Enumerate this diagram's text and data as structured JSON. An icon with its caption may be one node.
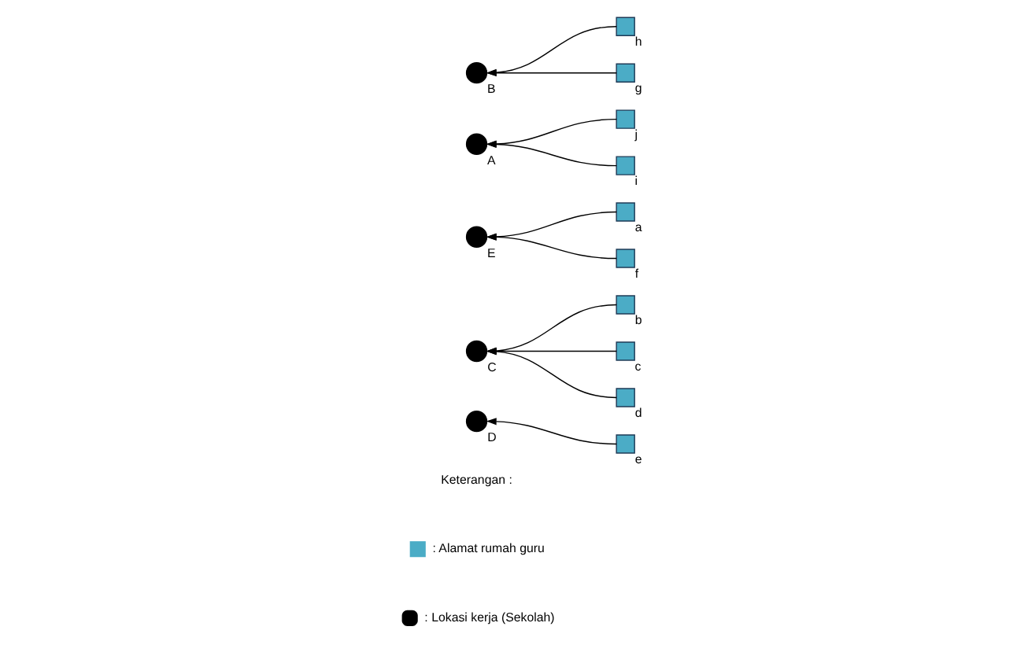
{
  "diagram": {
    "nodes": [
      {
        "text": [],
        "shape": "box",
        "beside": [
          "j"
        ]
      },
      {
        "text": [],
        "shape": "box",
        "beside": [
          "i"
        ]
      },
      {
        "text": [],
        "shape": "circle",
        "beside": [
          "B"
        ]
      },
      {
        "text": [],
        "shape": "box",
        "beside": [
          "h"
        ]
      },
      {
        "text": [],
        "shape": "circle",
        "beside": [
          "A"
        ]
      },
      {
        "text": [],
        "shape": "box",
        "beside": [
          "g"
        ]
      },
      {
        "text": [],
        "shape": "circle",
        "beside": [
          "E"
        ]
      },
      {
        "text": [],
        "shape": "box",
        "beside": [
          "a"
        ]
      },
      {
        "text": [],
        "shape": "box",
        "beside": [
          "b"
        ]
      },
      {
        "text": [],
        "shape": "circle",
        "beside": [
          "C"
        ]
      },
      {
        "text": [],
        "shape": "box",
        "beside": [
          "f"
        ]
      },
      {
        "text": [],
        "shape": "box",
        "beside": [
          "c"
        ]
      },
      {
        "text": [],
        "shape": "box",
        "beside": [
          "d"
        ]
      },
      {
        "text": [],
        "shape": "circle",
        "beside": [
          "D"
        ]
      },
      {
        "text": [],
        "shape": "box",
        "beside": [
          "e"
        ]
      }
    ],
    "edges": [
      {
        "from": 1,
        "to": 4,
        "arrow": "to"
      },
      {
        "from": 0,
        "to": 4,
        "arrow": "to"
      },
      {
        "from": 3,
        "to": 2,
        "arrow": "to"
      },
      {
        "from": 5,
        "to": 2,
        "arrow": "to"
      },
      {
        "from": 7,
        "to": 6,
        "arrow": "to"
      },
      {
        "from": 10,
        "to": 6,
        "arrow": "to"
      },
      {
        "from": 8,
        "to": 9,
        "arrow": "to"
      },
      {
        "from": 11,
        "to": 9,
        "arrow": "to"
      },
      {
        "from": 12,
        "to": 9,
        "arrow": "to"
      },
      {
        "from": 14,
        "to": 13,
        "arrow": "to"
      }
    ],
    "labels": [
      "Keterangan :"
    ],
    "legend": [
      {
        "text": ": Alamat rumah guru",
        "color": "#4bacc6"
      },
      {
        "text": ": Lokasi kerja (Sekolah)",
        "color": "#000000"
      }
    ]
  }
}
